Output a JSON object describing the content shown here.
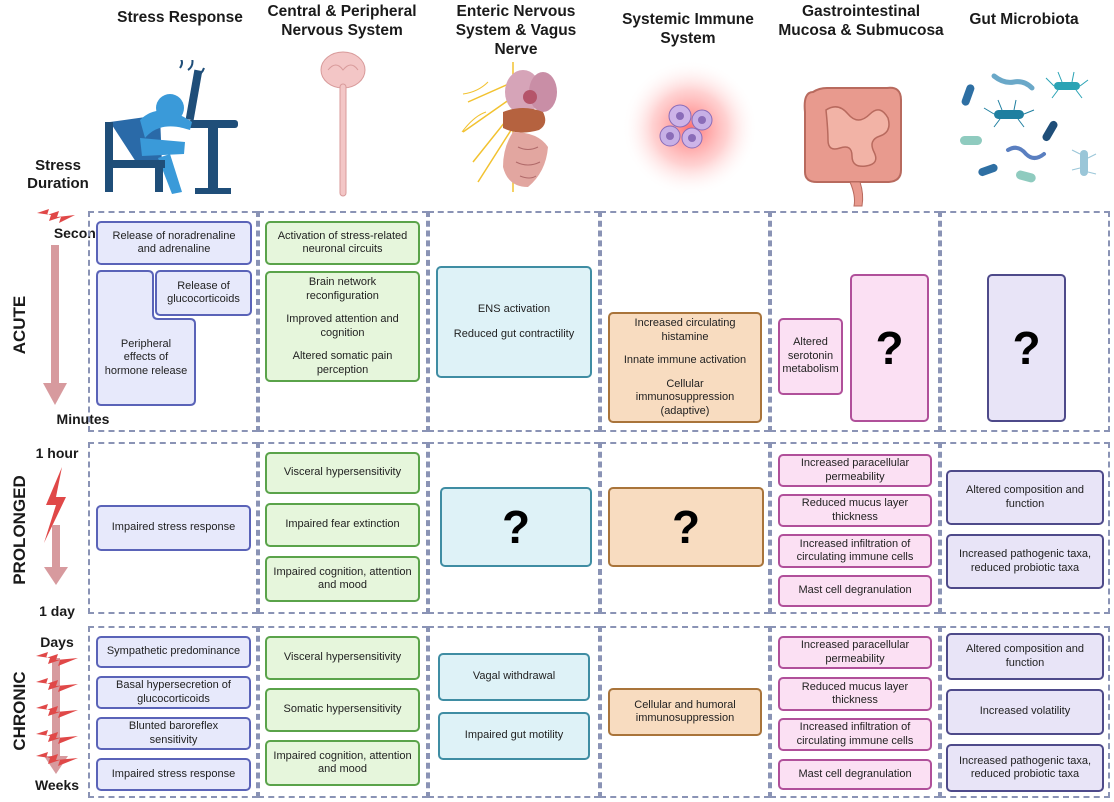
{
  "columns": [
    {
      "id": "stress",
      "title": "Stress Response"
    },
    {
      "id": "cns",
      "title": "Central & Peripheral Nervous System"
    },
    {
      "id": "ens",
      "title": "Enteric Nervous System & Vagus Nerve"
    },
    {
      "id": "immune",
      "title": "Systemic Immune System"
    },
    {
      "id": "gi",
      "title": "Gastrointestinal Mucosa & Submucosa"
    },
    {
      "id": "micro",
      "title": "Gut Microbiota"
    }
  ],
  "stress_duration_label": "Stress Duration",
  "rows": {
    "acute": {
      "label": "ACUTE",
      "start": "Seconds",
      "end": "Minutes"
    },
    "prolonged": {
      "label": "PROLONGED",
      "start": "1 hour",
      "end": "1 day"
    },
    "chronic": {
      "label": "CHRONIC",
      "start": "Days",
      "end": "Weeks"
    }
  },
  "acute": {
    "stress": {
      "noradrenaline": "Release of noradrenaline and adrenaline",
      "glucocorticoids": "Release of glucocorticoids",
      "peripheral": "Peripheral effects of hormone release"
    },
    "cns": {
      "circuits": "Activation of stress-related neuronal circuits",
      "network": [
        "Brain network reconfiguration",
        "Improved attention and cognition",
        "Altered somatic pain perception"
      ]
    },
    "ens": [
      "ENS activation",
      "Reduced gut contractility"
    ],
    "immune": [
      "Increased circulating histamine",
      "Innate immune activation",
      "Cellular immunosuppression (adaptive)"
    ],
    "gi": {
      "serotonin": "Altered serotonin metabolism",
      "unknown": "?"
    },
    "micro": {
      "unknown": "?"
    }
  },
  "prolonged": {
    "stress": "Impaired stress response",
    "cns": [
      "Visceral hypersensitivity",
      "Impaired fear extinction",
      "Impaired cognition, attention and mood"
    ],
    "ens": "?",
    "immune": "?",
    "gi": [
      "Increased paracellular permeability",
      "Reduced mucus layer thickness",
      "Increased infiltration of circulating immune cells",
      "Mast cell degranulation"
    ],
    "micro": [
      "Altered composition and function",
      "Increased pathogenic taxa, reduced probiotic taxa"
    ]
  },
  "chronic": {
    "stress": [
      "Sympathetic predominance",
      "Basal hypersecretion of glucocorticoids",
      "Blunted baroreflex sensitivity",
      "Impaired stress response"
    ],
    "cns": [
      "Visceral hypersensitivity",
      "Somatic hypersensitivity",
      "Impaired cognition, attention and mood"
    ],
    "ens": [
      "Vagal withdrawal",
      "Impaired gut motility"
    ],
    "immune": "Cellular and humoral immunosuppression",
    "gi": [
      "Increased paracellular permeability",
      "Reduced mucus layer thickness",
      "Increased infiltration of circulating immune cells",
      "Mast cell degranulation"
    ],
    "micro": [
      "Altered composition and function",
      "Increased volatility",
      "Increased pathogenic taxa, reduced probiotic taxa"
    ]
  },
  "colors": {
    "blue": "#5a63b8",
    "green": "#5aa34a",
    "teal": "#3f8da3",
    "orange": "#a9743a",
    "pink": "#b0509a",
    "purple": "#4e4a8a",
    "dash": "#8a93b5",
    "arrow": "#d79a9e",
    "bolt": "#e04848"
  }
}
